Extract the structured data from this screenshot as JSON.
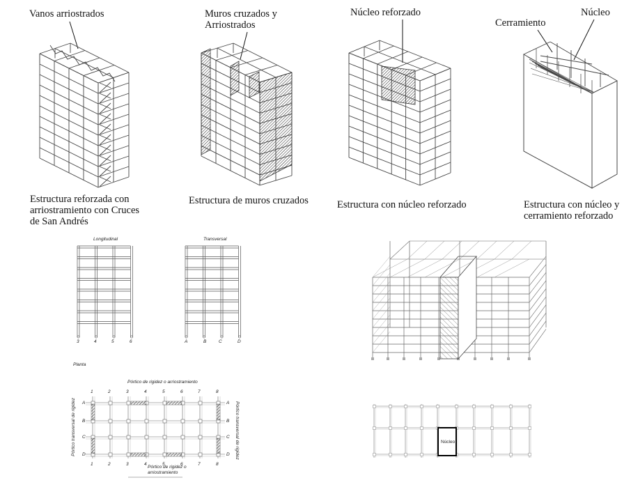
{
  "top_row": {
    "panel1": {
      "label": "Vanos arriostrados",
      "caption": [
        "Estructura reforzada con",
        "arriostramiento con Cruces",
        "de San Andrés"
      ]
    },
    "panel2": {
      "label": [
        "Muros cruzados y",
        "Arriostrados"
      ],
      "caption": [
        "Estructura de muros cruzados"
      ]
    },
    "panel3": {
      "label": "Núcleo reforzado",
      "caption": [
        "Estructura con núcleo reforzado"
      ]
    },
    "panel4": {
      "label_left": "Cerramiento",
      "label_right": "Núcleo",
      "caption": [
        "Estructura con núcleo y",
        "cerramiento reforzado"
      ]
    }
  },
  "elevations": {
    "longitudinal_title": "Longitudinal",
    "longitudinal_axes": [
      "3",
      "4",
      "5",
      "6"
    ],
    "transversal_title": "Transversal",
    "transversal_axes": [
      "A",
      "B",
      "C",
      "D"
    ]
  },
  "plan": {
    "title": "Planta",
    "top_label": "Pórtico de rigidez o arriostramiento",
    "bottom_label": [
      "Pórtico de rigidez o",
      "arriostramiento"
    ],
    "side_label": "Pórtico transversal de rigidez",
    "columns": [
      "1",
      "2",
      "3",
      "4",
      "5",
      "6",
      "7",
      "8"
    ],
    "rows": [
      "A",
      "B",
      "C",
      "D"
    ]
  },
  "core_plan": {
    "core_label": "Núcleo"
  }
}
